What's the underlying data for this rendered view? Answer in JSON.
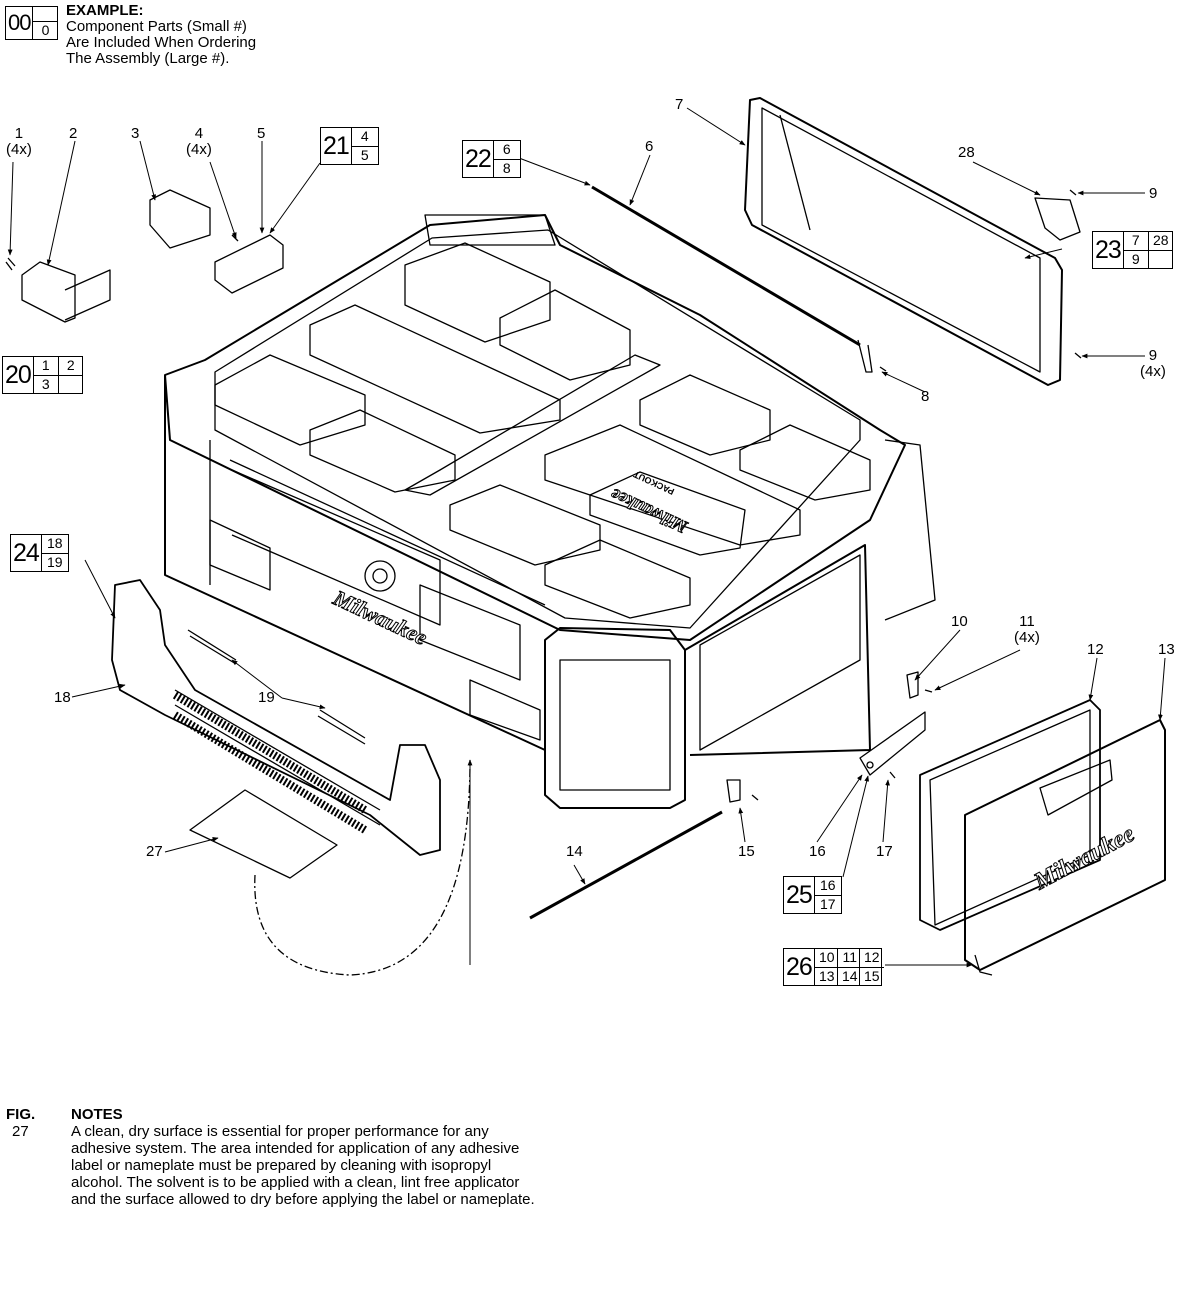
{
  "example": {
    "assembly_number": "00",
    "component_number": "0",
    "title": "EXAMPLE:",
    "lines": [
      "Component Parts (Small #)",
      "Are Included When Ordering",
      "The Assembly (Large #)."
    ]
  },
  "part_labels": [
    {
      "id": "1",
      "qty": "(4x)"
    },
    {
      "id": "2",
      "qty": ""
    },
    {
      "id": "3",
      "qty": ""
    },
    {
      "id": "4",
      "qty": "(4x)"
    },
    {
      "id": "5",
      "qty": ""
    },
    {
      "id": "6",
      "qty": ""
    },
    {
      "id": "7",
      "qty": ""
    },
    {
      "id": "8",
      "qty": ""
    },
    {
      "id": "9",
      "qty": ""
    },
    {
      "id": "9",
      "qty": "(4x)"
    },
    {
      "id": "10",
      "qty": ""
    },
    {
      "id": "11",
      "qty": "(4x)"
    },
    {
      "id": "12",
      "qty": ""
    },
    {
      "id": "13",
      "qty": ""
    },
    {
      "id": "14",
      "qty": ""
    },
    {
      "id": "15",
      "qty": ""
    },
    {
      "id": "16",
      "qty": ""
    },
    {
      "id": "17",
      "qty": ""
    },
    {
      "id": "18",
      "qty": ""
    },
    {
      "id": "19",
      "qty": ""
    },
    {
      "id": "27",
      "qty": ""
    },
    {
      "id": "28",
      "qty": ""
    }
  ],
  "assemblies": [
    {
      "id": "20",
      "rows": [
        [
          "1",
          "2"
        ],
        [
          "3",
          ""
        ]
      ]
    },
    {
      "id": "21",
      "rows": [
        [
          "4"
        ],
        [
          "5"
        ]
      ]
    },
    {
      "id": "22",
      "rows": [
        [
          "6"
        ],
        [
          "8"
        ]
      ]
    },
    {
      "id": "23",
      "rows": [
        [
          "7",
          "28"
        ],
        [
          "9",
          ""
        ]
      ]
    },
    {
      "id": "24",
      "rows": [
        [
          "18"
        ],
        [
          "19"
        ]
      ]
    },
    {
      "id": "25",
      "rows": [
        [
          "16"
        ],
        [
          "17"
        ]
      ]
    },
    {
      "id": "26",
      "rows": [
        [
          "10",
          "11",
          "12"
        ],
        [
          "13",
          "14",
          "15"
        ]
      ]
    }
  ],
  "brand_marks": {
    "main": "Milwaukee",
    "lid": "PACKOUT"
  },
  "notes": {
    "fig_header": "FIG.",
    "notes_header": "NOTES",
    "fig_number": "27",
    "text": "A clean, dry surface is essential for proper performance for any adhesive system. The area intended for application of any adhesive label or nameplate must be prepared by cleaning with isopropyl alcohol. The solvent is to be applied with a clean, lint free applicator and the surface allowed to dry before applying the label or nameplate."
  }
}
